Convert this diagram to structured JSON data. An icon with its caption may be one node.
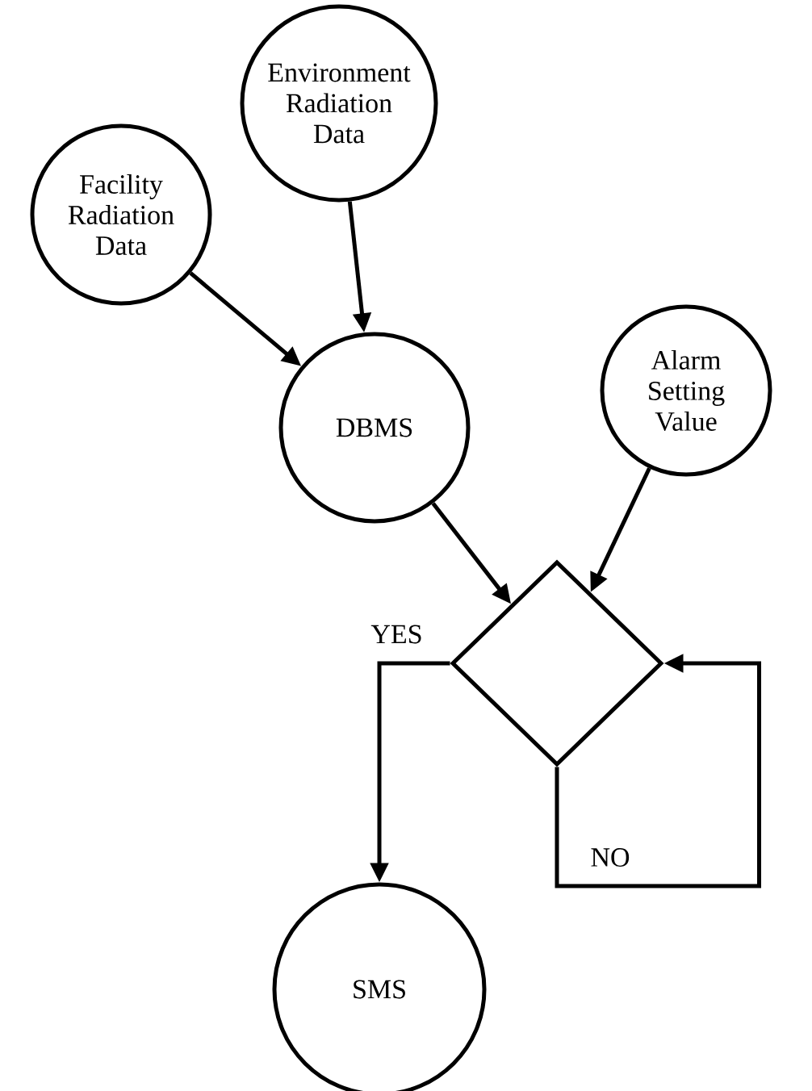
{
  "diagram": {
    "nodes": [
      {
        "text": [
          "Facility Radiation Data"
        ]
      },
      {
        "text": [
          "Environment Radiation Data"
        ]
      },
      {
        "text": [
          "DBMS"
        ]
      },
      {
        "text": [
          "Alarm Setting Value"
        ]
      },
      {
        "text": [],
        "shape": "diamond"
      },
      {
        "text": [
          "SMS"
        ]
      }
    ],
    "edges": [
      {
        "from": 0,
        "to": 2,
        "arrow": "to"
      },
      {
        "from": 1,
        "to": 2,
        "arrow": "to"
      },
      {
        "from": 2,
        "to": 4,
        "arrow": "to"
      },
      {
        "from": 3,
        "to": 4,
        "arrow": "to"
      },
      {
        "from": 4,
        "to": 5,
        "arrow": "to",
        "label": "YES"
      },
      {
        "from": 4,
        "to": 4,
        "arrow": "to",
        "label": "NO"
      }
    ]
  }
}
